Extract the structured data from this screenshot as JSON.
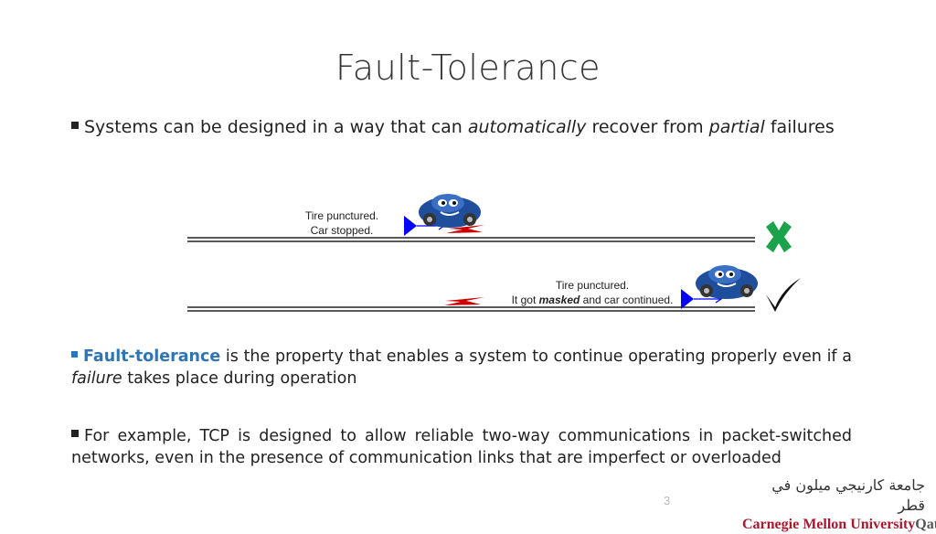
{
  "slide": {
    "title": "Fault-Tolerance",
    "page_number": "3"
  },
  "bullets": [
    {
      "parts": [
        "Systems can be designed in a way that can ",
        "automatically",
        " recover from ",
        "partial",
        " failures"
      ]
    },
    {
      "parts": [
        "Fault-tolerance",
        " is the property that enables a system to continue operating properly even if a ",
        "failure",
        " takes place during operation"
      ]
    },
    {
      "parts": [
        "For example, TCP is designed to allow reliable two-way communications in packet-switched networks, even in the presence of communication links that are imperfect or overloaded"
      ]
    }
  ],
  "diagram": {
    "scenario1": {
      "line1": "Tire punctured.",
      "line2": "Car stopped.",
      "result_icon": "x-mark-icon",
      "result_color": "#1aa34a"
    },
    "scenario2": {
      "line1": "Tire punctured.",
      "line2_prefix": "It got ",
      "line2_emph": "masked",
      "line2_suffix": " and car continued.",
      "result_icon": "checkmark-icon"
    }
  },
  "logo": {
    "arabic": "جامعة كارنيجي ميلون في قطر",
    "name": "Carnegie Mellon University",
    "suffix": "Qatar"
  },
  "colors": {
    "accent": "#2e75b6",
    "marker": "#0000ff",
    "puncture": "#cc0000",
    "car_body": "#1f4e9c"
  }
}
